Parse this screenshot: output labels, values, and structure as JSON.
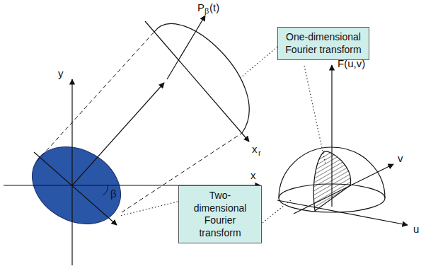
{
  "diagram": {
    "nodes": [
      {
        "text": [
          "One-dimensional Fourier transform"
        ]
      },
      {
        "text": [
          "Two-dimensional Fourier transform"
        ]
      }
    ],
    "labels": [
      "P",
      "β",
      "(t)",
      "x",
      "r",
      "y",
      "x",
      "β",
      "F(u,v)",
      "v",
      "u"
    ]
  }
}
